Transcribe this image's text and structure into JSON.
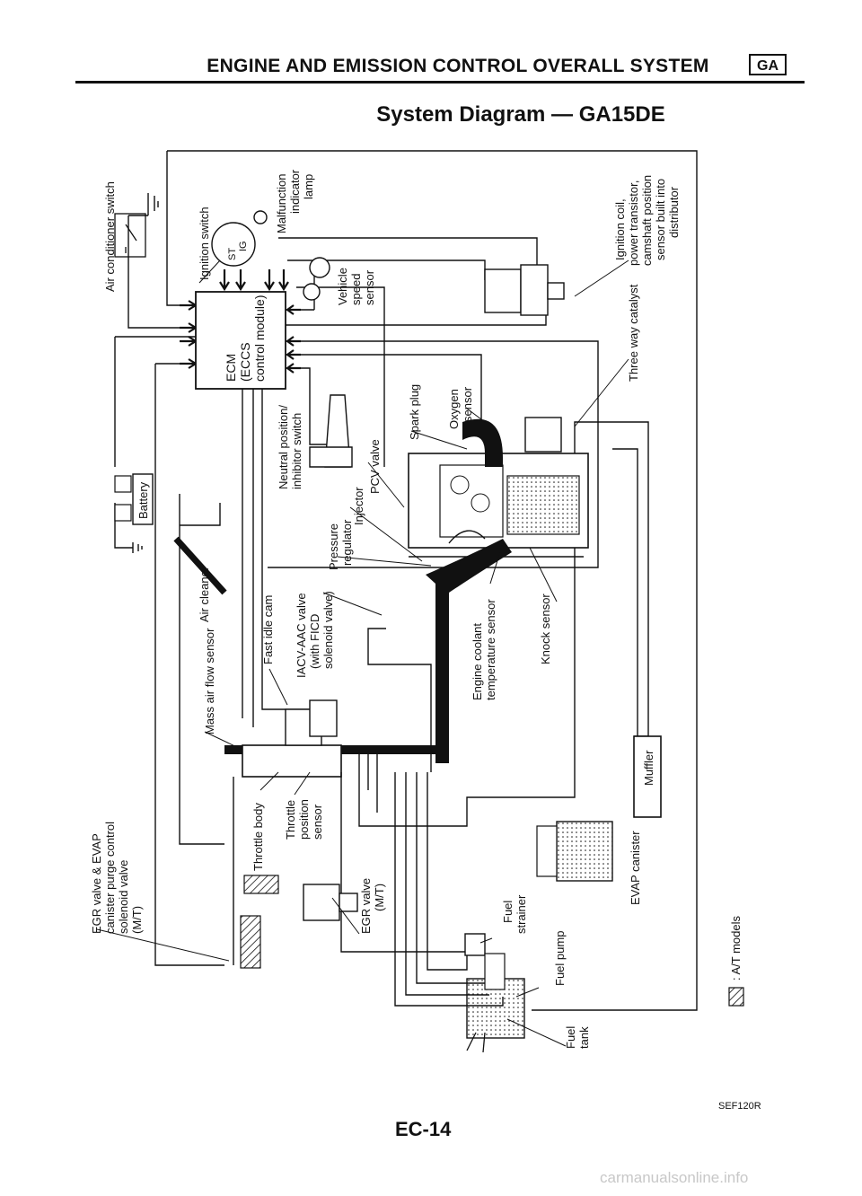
{
  "header": {
    "title": "ENGINE AND EMISSION CONTROL OVERALL SYSTEM",
    "badge": "GA"
  },
  "diagram": {
    "subtitle": "System Diagram — GA15DE",
    "labels": {
      "air_conditioner_switch": "Air conditioner switch",
      "ignition_switch": "Ignition switch",
      "st": "ST",
      "ig": "IG",
      "malfunction_lamp": [
        "Malfunction",
        "indicator",
        "lamp"
      ],
      "ignition_coil": [
        "Ignition coil,",
        "power transistor,",
        "camshaft position",
        "sensor built into",
        "distributor"
      ],
      "battery": "Battery",
      "ecm": [
        "ECM",
        "(ECCS",
        "control module)"
      ],
      "vehicle_speed_sensor": [
        "Vehicle",
        "speed",
        "sensor"
      ],
      "three_way_catalyst": "Three way catalyst",
      "neutral_switch": [
        "Neutral position/",
        "inhibitor switch"
      ],
      "spark_plug": "Spark plug",
      "oxygen_sensor": [
        "Oxygen",
        "sensor"
      ],
      "pcv_valve": "PCV valve",
      "injector": "Injector",
      "pressure_regulator": [
        "Pressure",
        "regulator"
      ],
      "air_cleaner": "Air cleaner",
      "iacv_aac_valve": [
        "IACV-AAC valve",
        "(with FICD",
        "solenoid valve)"
      ],
      "fast_idle_cam": "Fast idle cam",
      "mass_air_flow_sensor": "Mass air flow sensor",
      "engine_coolant_sensor": [
        "Engine coolant",
        "temperature sensor"
      ],
      "knock_sensor": "Knock sensor",
      "muffler": "Muffler",
      "throttle_position_sensor": [
        "Throttle",
        "position",
        "sensor"
      ],
      "throttle_body": "Throttle body",
      "egr_evap_solenoid": [
        "EGR valve & EVAP",
        "canister purge control",
        "solenoid valve",
        "(M/T)"
      ],
      "egr_valve": [
        "EGR valve",
        "(M/T)"
      ],
      "fuel_strainer": [
        "Fuel",
        "strainer"
      ],
      "evap_canister": "EVAP canister",
      "fuel_pump": "Fuel pump",
      "fuel_tank": [
        "Fuel",
        "tank"
      ],
      "legend_at": ": A/T models"
    }
  },
  "footer": {
    "code": "SEF120R",
    "page": "EC-14",
    "watermark": "carmanualsonline.info"
  }
}
